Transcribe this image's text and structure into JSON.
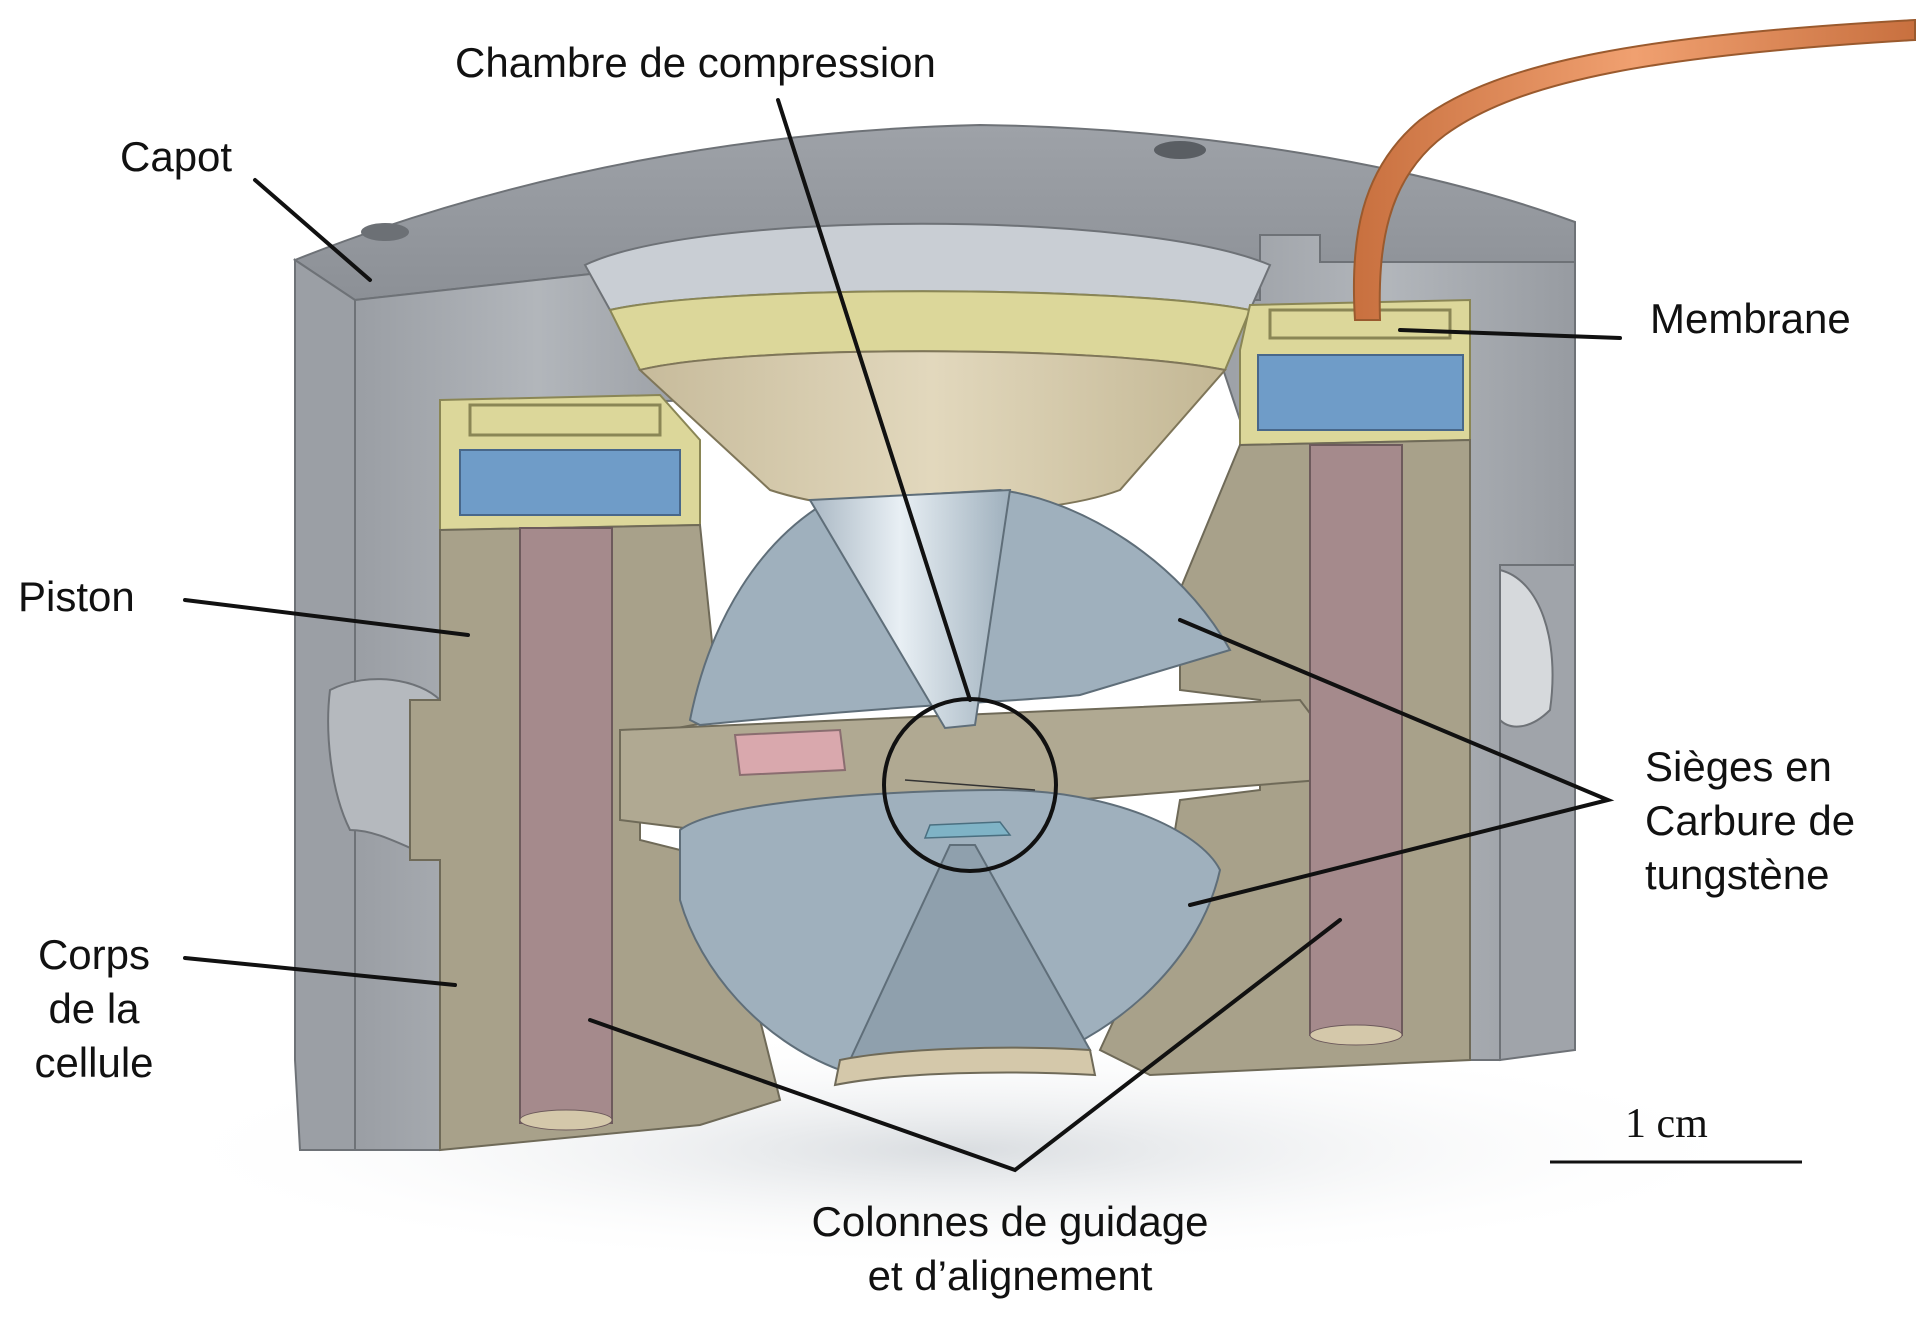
{
  "labels": {
    "chambre": "Chambre de compression",
    "capot": "Capot",
    "membrane": "Membrane",
    "piston": "Piston",
    "corps": [
      "Corps",
      "de la",
      "cellule"
    ],
    "sieges": [
      "Sièges en",
      "Carbure de",
      "tungstène"
    ],
    "colonnes": [
      "Colonnes de guidage",
      "et d’alignement"
    ]
  },
  "scale_bar": {
    "label": "1 cm"
  },
  "colors": {
    "housing": "#a7abb0",
    "housing_dark": "#8f9398",
    "olive": "#a8a18a",
    "olive_dark": "#918b74",
    "column": "#a58a8c",
    "membrane_yellow": "#dcd79a",
    "membrane_blue": "#6f9cc8",
    "carbide": "#9fb0bd",
    "cone_light": "#d6e2ea",
    "beige": "#d4c8aa",
    "tube": "#e08a55"
  }
}
